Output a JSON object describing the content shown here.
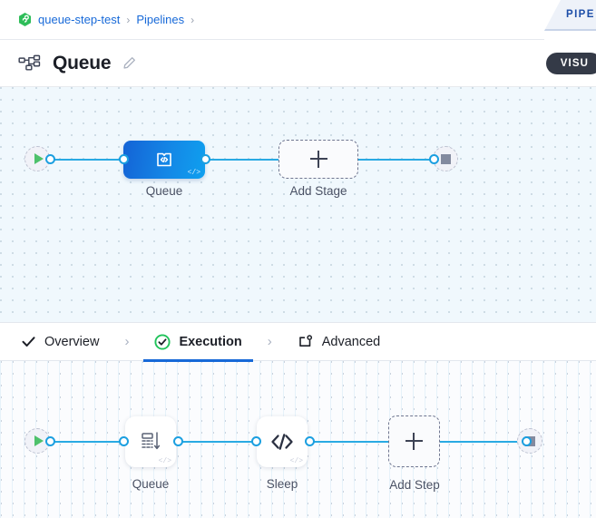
{
  "window": {
    "top_tab_label": "PIPE"
  },
  "breadcrumb": {
    "project_icon": "hexagon-link-icon",
    "items": [
      {
        "label": "queue-step-test",
        "sep": "›"
      },
      {
        "label": "Pipelines",
        "sep": "›"
      }
    ]
  },
  "header": {
    "pipeline_icon": "pipeline-tree-icon",
    "title": "Queue",
    "edit_icon": "pencil-edit-icon",
    "visual_button_label": "VISU"
  },
  "stage_canvas": {
    "start_node": {
      "name": "start-node",
      "icon": "play-icon"
    },
    "end_node": {
      "name": "end-node",
      "icon": "stop-icon"
    },
    "nodes": [
      {
        "id": "queue-stage",
        "label": "Queue",
        "icon": "code-block-icon",
        "badge": "</>",
        "type": "stage"
      },
      {
        "id": "add-stage",
        "label": "Add Stage",
        "icon": "plus-icon",
        "type": "add"
      }
    ]
  },
  "step_tabs": [
    {
      "id": "overview",
      "label": "Overview",
      "icon": "check-icon",
      "active": false
    },
    {
      "id": "execution",
      "label": "Execution",
      "icon": "check-circle-green-icon",
      "active": true
    },
    {
      "id": "advanced",
      "label": "Advanced",
      "icon": "box-gear-icon",
      "active": false
    }
  ],
  "tab_separator": "›",
  "step_canvas": {
    "start_node": {
      "name": "start-node",
      "icon": "play-icon"
    },
    "end_node": {
      "name": "end-node",
      "icon": "stop-icon"
    },
    "nodes": [
      {
        "id": "queue-step",
        "label": "Queue",
        "icon": "queue-stack-icon",
        "badge": "</>",
        "type": "step"
      },
      {
        "id": "sleep-step",
        "label": "Sleep",
        "icon": "code-slash-icon",
        "badge": "</>",
        "type": "step"
      },
      {
        "id": "add-step",
        "label": "Add Step",
        "icon": "plus-icon",
        "type": "add"
      }
    ]
  },
  "colors": {
    "accent_blue": "#1769d8",
    "edge_blue": "#29aae3",
    "node_gradient_from": "#1463d6",
    "node_gradient_to": "#0fa0ef",
    "success_green": "#21c35b",
    "play_green": "#4ec16b",
    "dark_pill": "#343a47",
    "canvas_top_bg": "#f0f8fd",
    "canvas_bottom_bg": "#fbfcfe"
  }
}
